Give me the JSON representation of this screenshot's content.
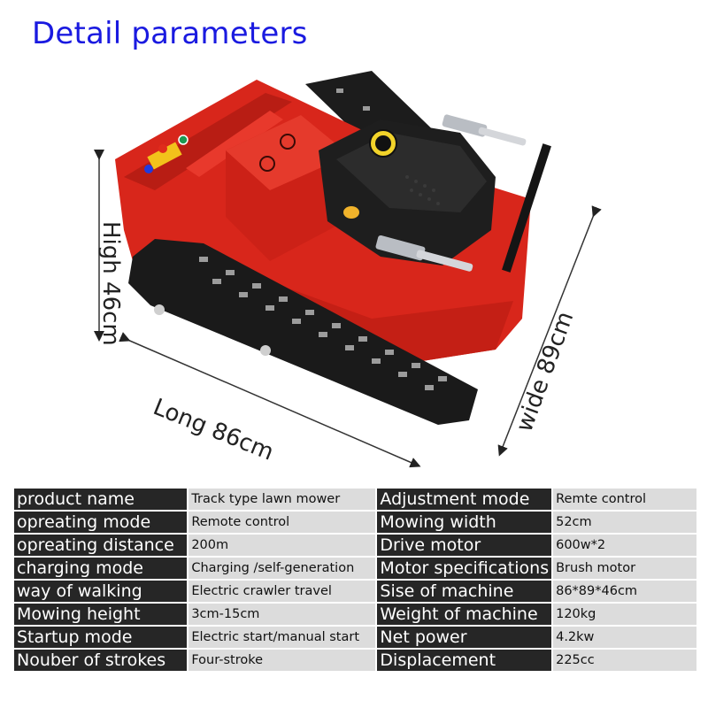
{
  "header": {
    "title": "Detail parameters"
  },
  "image": {
    "subject": "Red remote-control crawler track lawn mower with black engine",
    "engine_badge": "yellow round engine badge",
    "colors": {
      "body": "#d8261b",
      "engine": "#1e1e1e",
      "track": "#1a1a1a",
      "title": "#1a1ae0"
    }
  },
  "dimensions": {
    "height": "High 46cm",
    "length": "Long 86cm",
    "width": "wide 89cm"
  },
  "specs": {
    "rows": [
      {
        "k1": "product name",
        "v1": "Track type lawn mower",
        "k2": "Adjustment mode",
        "v2": "Remte control"
      },
      {
        "k1": "opreating mode",
        "v1": "Remote control",
        "k2": "Mowing width",
        "v2": "52cm"
      },
      {
        "k1": "opreating distance",
        "v1": "200m",
        "k2": "Drive motor",
        "v2": "600w*2"
      },
      {
        "k1": "charging mode",
        "v1": "Charging /self-generation",
        "k2": "Motor specifications",
        "v2": "Brush motor"
      },
      {
        "k1": "way of walking",
        "v1": "Electric crawler travel",
        "k2": "Sise of  machine",
        "v2": "86*89*46cm"
      },
      {
        "k1": "Mowing height",
        "v1": "3cm-15cm",
        "k2": "Weight of machine",
        "v2": "120kg"
      },
      {
        "k1": "Startup mode",
        "v1": "Electric start/manual start",
        "k2": "Net power",
        "v2": "4.2kw"
      },
      {
        "k1": "Nouber of strokes",
        "v1": "Four-stroke",
        "k2": "Displacement",
        "v2": "225cc"
      }
    ]
  }
}
